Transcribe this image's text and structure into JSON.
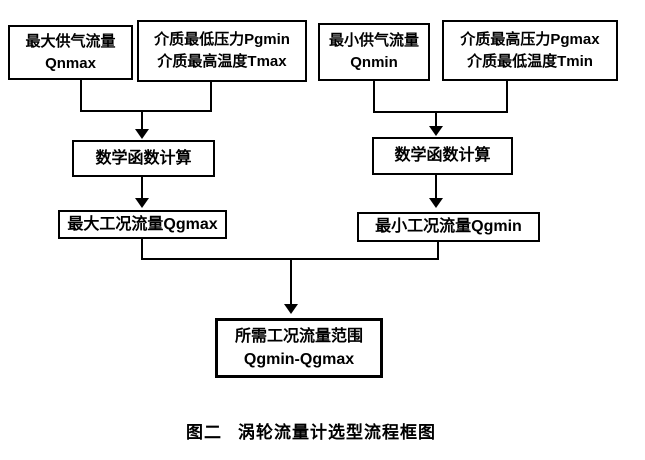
{
  "nodes": {
    "qnmax": {
      "line1": "最大供气流量",
      "line2": "Qnmax"
    },
    "pgmin_tmax": {
      "line1": "介质最低压力Pgmin",
      "line2": "介质最高温度Tmax"
    },
    "qnmin": {
      "line1": "最小供气流量",
      "line2": "Qnmin"
    },
    "pgmax_tmin": {
      "line1": "介质最高压力Pgmax",
      "line2": "介质最低温度Tmin"
    },
    "math_left": {
      "label": "数学函数计算"
    },
    "math_right": {
      "label": "数学函数计算"
    },
    "qgmax": {
      "label": "最大工况流量Qgmax"
    },
    "qgmin": {
      "label": "最小工况流量Qgmin"
    },
    "result": {
      "line1": "所需工况流量范围",
      "line2": "Qgmin-Qgmax"
    }
  },
  "caption": {
    "figure_label": "图二",
    "title": "涡轮流量计选型流程框图"
  },
  "colors": {
    "line": "#000000",
    "background": "#ffffff",
    "text": "#000000"
  }
}
